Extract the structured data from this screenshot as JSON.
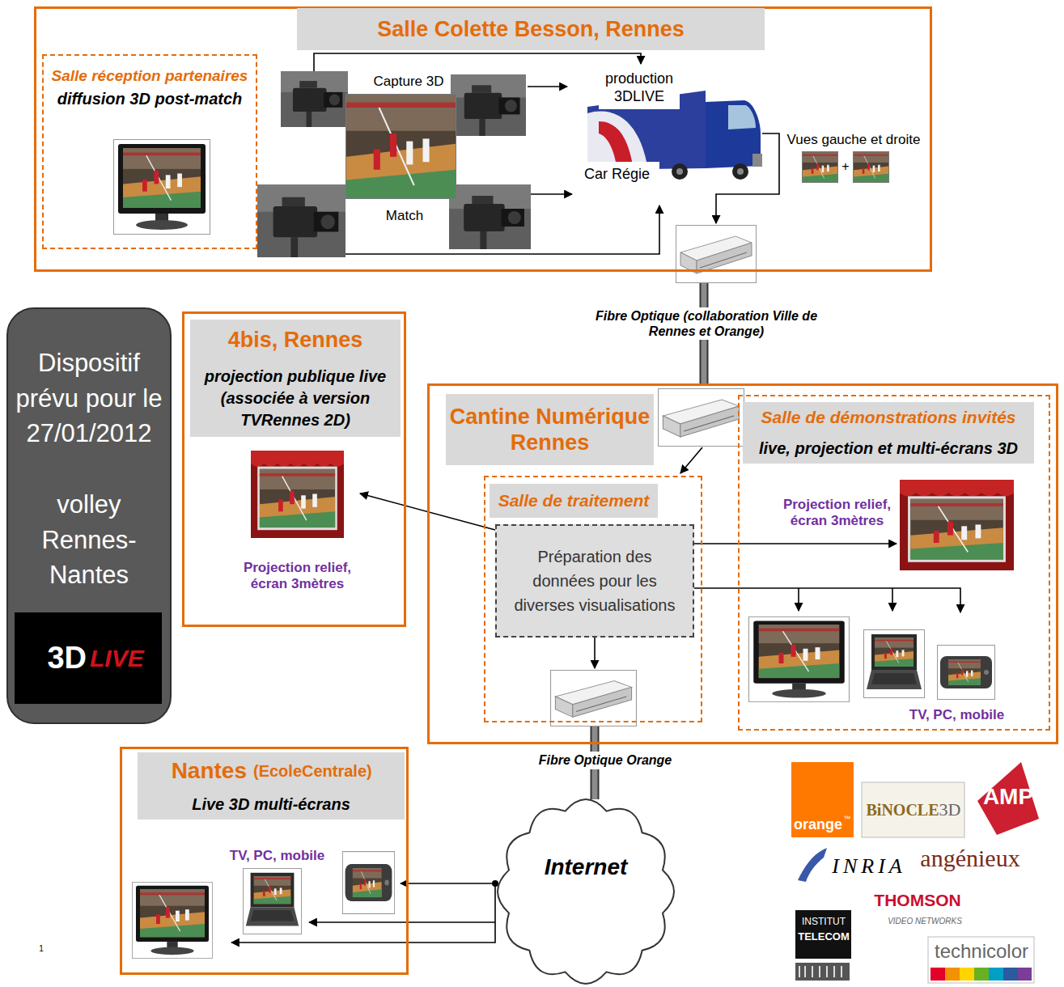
{
  "diagram": {
    "nodes": [
      {
        "text": [
          "Salle Colette Besson, Rennes"
        ]
      },
      {
        "text": [
          "Salle réception partenaires",
          "diffusion 3D post-match"
        ],
        "in": 0
      },
      {
        "text": [
          "production 3DLIVE",
          "Car Régie"
        ],
        "in": 0
      },
      {
        "text": [
          "Dispositif prévu pour le 27/01/2012",
          "volley Rennes-Nantes",
          "3D",
          "LIVE"
        ]
      },
      {
        "text": [
          "4bis, Rennes",
          "projection publique live (associée à version TVRennes 2D)"
        ]
      },
      {
        "text": [
          "Projection relief, écran 3mètres"
        ],
        "in": 4
      },
      {
        "text": [
          "Cantine Numérique Rennes"
        ]
      },
      {
        "text": [
          "Salle de traitement"
        ],
        "in": 6
      },
      {
        "text": [
          "Préparation des données pour les diverses visualisations"
        ],
        "in": 7
      },
      {
        "text": [
          "Salle de démonstrations invités",
          "live, projection et multi-écrans 3D"
        ],
        "in": 6
      },
      {
        "text": [
          "Projection relief, écran 3mètres"
        ],
        "in": 9
      },
      {
        "text": [
          "TV, PC, mobile"
        ],
        "in": 9
      },
      {
        "text": [
          "Internet"
        ]
      },
      {
        "text": [
          "Nantes",
          "(EcoleCentrale)",
          "Live 3D multi-écrans"
        ]
      },
      {
        "text": [
          "TV, PC, mobile"
        ],
        "in": 13
      }
    ],
    "edges": [
      {
        "from": 0,
        "to": 6,
        "label": "Fibre Optique (collaboration Ville de Rennes et Orange)",
        "arrow": "none"
      },
      {
        "from": 8,
        "to": 5,
        "arrow": "to"
      },
      {
        "from": 8,
        "to": 10,
        "arrow": "to"
      },
      {
        "from": 8,
        "to": 11,
        "arrow": "to"
      },
      {
        "from": 7,
        "to": 12,
        "label": "Fibre Optique Orange",
        "arrow": "none"
      },
      {
        "from": 12,
        "to": 14,
        "arrow": "to"
      }
    ],
    "labels": [
      "Capture 3D",
      "Match",
      "Vues gauche et droite",
      "+",
      "orange",
      "™",
      "BiNOCLE",
      "3D",
      "AMP",
      "INRIA",
      "angénieux",
      "THOMSON",
      "VIDEO NETWORKS",
      "INSTITUT",
      "TELECOM",
      "technicolor",
      "1"
    ]
  }
}
